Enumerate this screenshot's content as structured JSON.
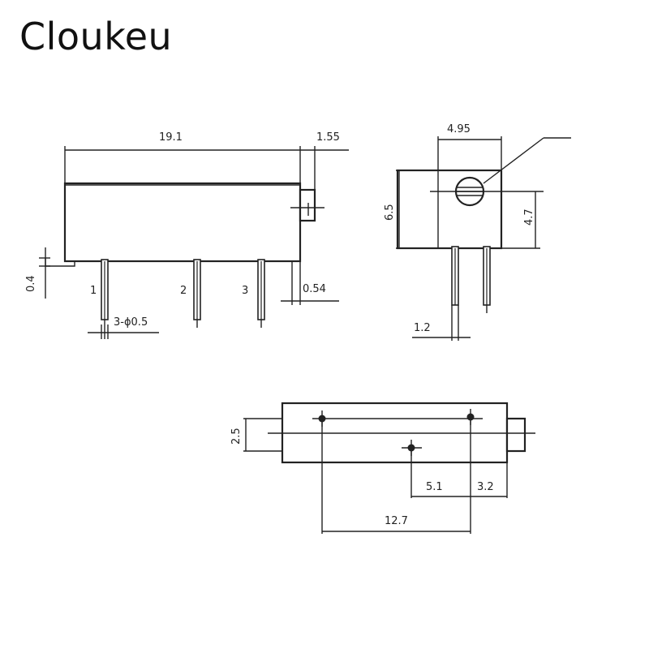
{
  "brand": {
    "name": "Cloukeu"
  },
  "drawing": {
    "side_view": {
      "length": "19.1",
      "knob_length": "1.55",
      "base_thickness": "0.4",
      "pin_offset": "0.54",
      "pin_spec": "3-ϕ0.5",
      "pins": [
        "1",
        "2",
        "3"
      ]
    },
    "end_view": {
      "width": "4.95",
      "height": "6.5",
      "knob_center_height": "4.7",
      "pin_spacing": "1.2"
    },
    "bottom_view": {
      "row_spacing": "2.5",
      "pitch_a": "5.1",
      "pitch_b": "3.2",
      "outer_pitch": "12.7"
    }
  }
}
